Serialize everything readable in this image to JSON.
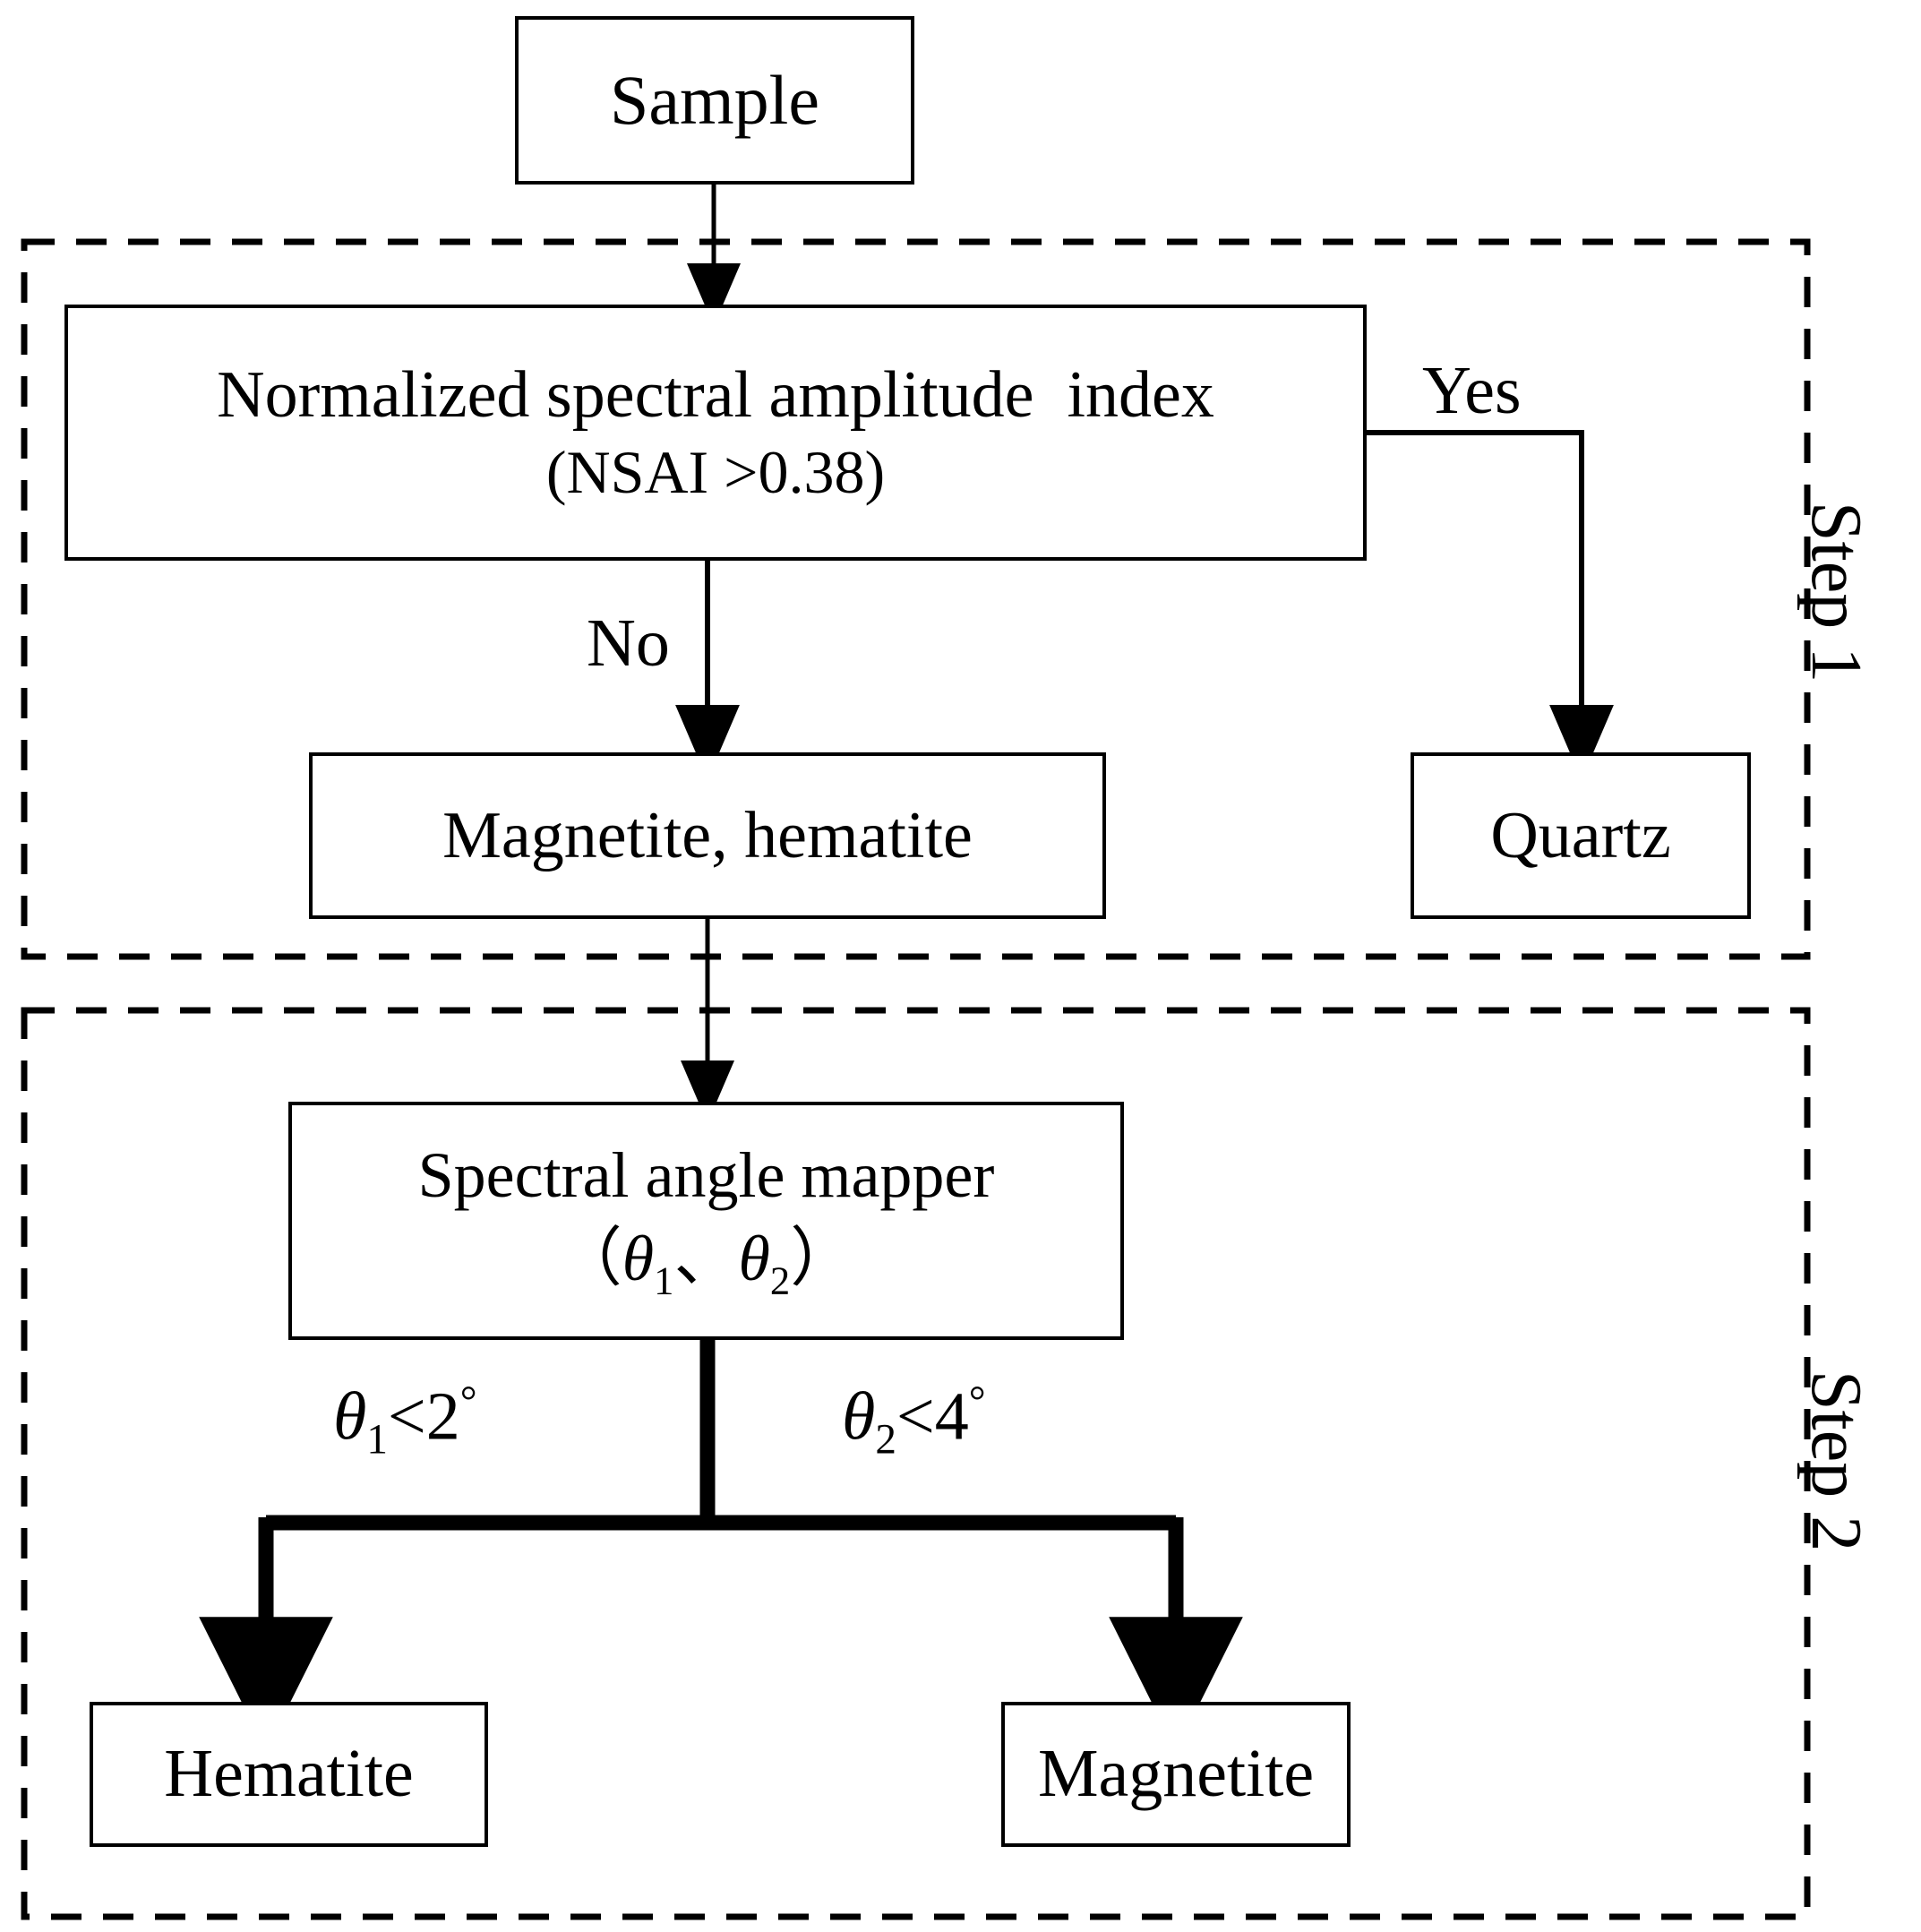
{
  "diagram": {
    "title": "Mineral identification decision flowchart",
    "background_color": "#ffffff",
    "line_color": "#000000"
  },
  "nodes": {
    "sample": {
      "label": "Sample"
    },
    "nsai": {
      "line1": "Normalized spectral amplitude  index",
      "line2": "(NSAI >0.38)"
    },
    "magnetite_hematite": {
      "label": "Magnetite, hematite"
    },
    "quartz": {
      "label": "Quartz"
    },
    "sam": {
      "line1": "Spectral angle mapper",
      "line2_open": "（",
      "line2_theta1": "θ",
      "line2_sub1": "1",
      "line2_sep": "、",
      "line2_theta2": "θ",
      "line2_sub2": "2",
      "line2_close": "）"
    },
    "hematite": {
      "label": "Hematite"
    },
    "magnetite": {
      "label": "Magnetite"
    }
  },
  "edge_labels": {
    "yes": "Yes",
    "no": "No",
    "theta1_cond": {
      "symbol": "θ",
      "sub": "1",
      "relation": "<2",
      "unit": "°"
    },
    "theta2_cond": {
      "symbol": "θ",
      "sub": "2",
      "relation": "<4",
      "unit": "°"
    }
  },
  "groups": {
    "step1": {
      "label": "Step 1",
      "border_style": "dashed"
    },
    "step2": {
      "label": "Step 2",
      "border_style": "dashed"
    }
  }
}
